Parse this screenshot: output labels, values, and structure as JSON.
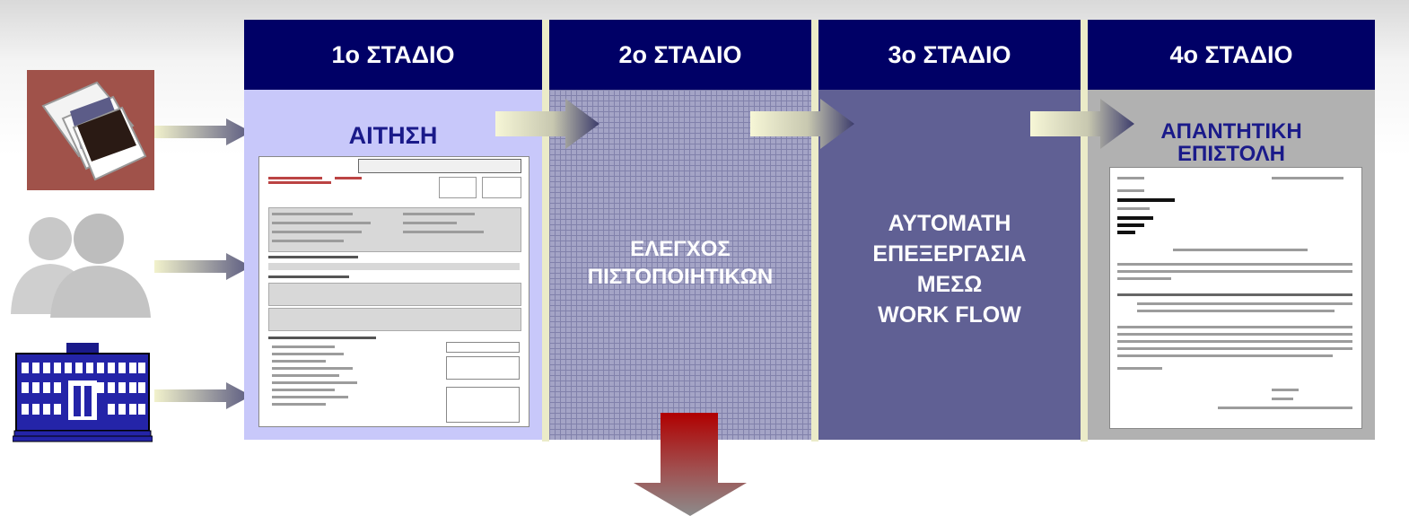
{
  "stages": [
    {
      "header": "1ο ΣΤΑΔΙΟ",
      "title": "ΑΙΤΗΣΗ"
    },
    {
      "header": "2ο ΣΤΑΔΙΟ",
      "title": "ΕΛΕΓΧΟΣ\nΠΙΣΤΟΠΟΙΗΤΙΚΩΝ"
    },
    {
      "header": "3ο ΣΤΑΔΙΟ",
      "title": "ΑΥΤΟΜΑΤΗ\nΕΠΕΞΕΡΓΑΣΙΑ\nΜΕΣΩ\nWORK FLOW"
    },
    {
      "header": "4ο ΣΤΑΔΙΟ",
      "title": "ΑΠΑΝΤΗΤΙΚΗ\nΕΠΙΣΤΟΛΗ"
    }
  ],
  "sources": [
    {
      "icon": "envelope-icon"
    },
    {
      "icon": "people-icon"
    },
    {
      "icon": "building-icon"
    }
  ],
  "colors": {
    "header": "#000066",
    "stage1": "#c8c8fa",
    "stage2": "#a4a4c6",
    "stage3": "#606094",
    "stage4": "#b1b1b1",
    "separator": "#ebebc8",
    "output_arrow": "#b00000"
  }
}
